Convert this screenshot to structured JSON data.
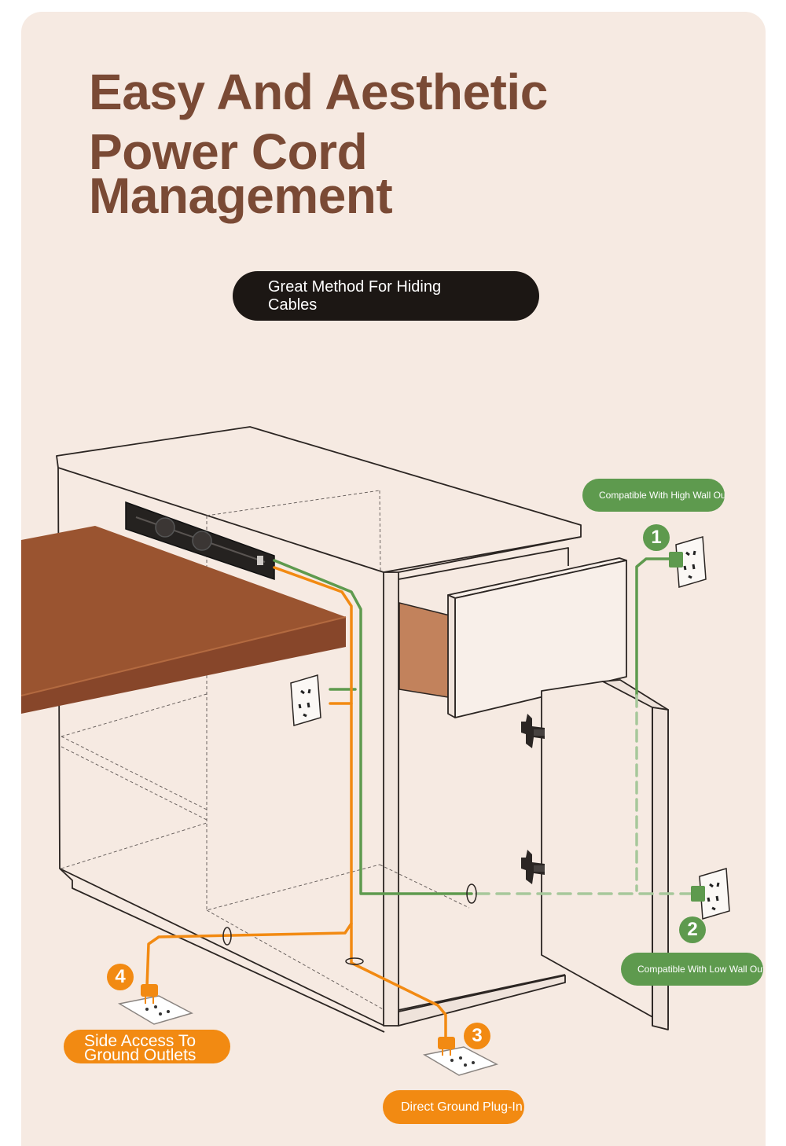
{
  "title_lines": [
    "Easy And Aesthetic",
    "Power Cord",
    "Management"
  ],
  "subtitle": "Great Method For Hiding Cables",
  "labels": {
    "high_wall": "Compatible With High Wall Outlets",
    "low_wall": "Compatible With Low Wall Outlets",
    "side_access": "Side Access To Ground Outlets",
    "direct_ground": "Direct Ground Plug-In"
  },
  "badges": [
    "1",
    "2",
    "3",
    "4"
  ],
  "colors": {
    "background": "#f6eae2",
    "title": "#7a4a35",
    "green_cable": "#5e9a4e",
    "orange_cable": "#f28a12",
    "desktop_wood": "#9a5430",
    "pill_dark": "#1c1714"
  },
  "icons": [
    "power-strip-icon",
    "wall-outlet-icon",
    "floor-outlet-icon",
    "plug-icon",
    "cabinet-hinge-icon"
  ]
}
